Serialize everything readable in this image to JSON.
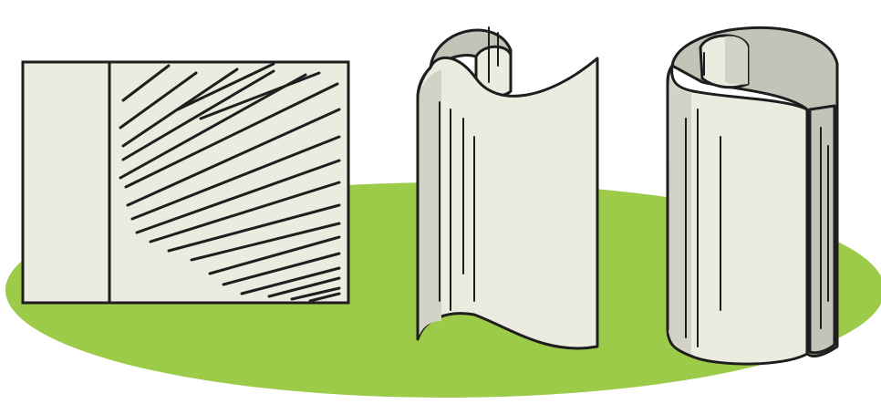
{
  "scene": {
    "colors": {
      "ground": "#9ccb4a",
      "paper": "#ecebe0",
      "paper_shade": "#d3d2c6",
      "paper_inner": "#c4c3b8",
      "outline": "#1e1e1e",
      "background": "#ffffff"
    },
    "figures": [
      {
        "name": "flat-sheet",
        "description_shown": false
      },
      {
        "name": "curled-sheet",
        "description_shown": false
      },
      {
        "name": "rolled-tube",
        "description_shown": false
      }
    ]
  }
}
